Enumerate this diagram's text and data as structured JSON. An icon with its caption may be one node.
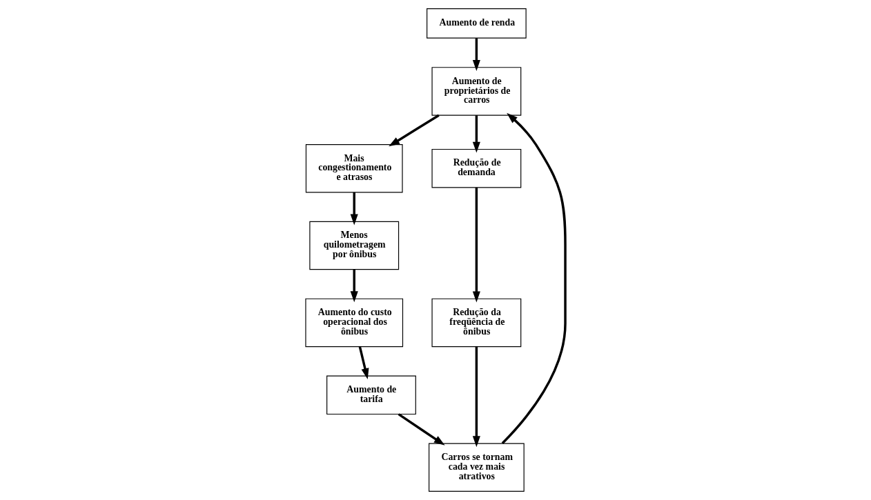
{
  "diagram": {
    "nodes": [
      {
        "text": [
          "Aumento de renda"
        ]
      },
      {
        "text": [
          "Aumento de proprietários de carros"
        ]
      },
      {
        "text": [
          "Mais congestionamento e atrasos"
        ]
      },
      {
        "text": [
          "Carros se tornam cada vez mais atrativos"
        ]
      },
      {
        "text": [
          "Redução de demanda"
        ]
      },
      {
        "text": [
          "Redução da freqüência de ônibus"
        ]
      },
      {
        "text": [
          "Aumento de tarifa"
        ]
      },
      {
        "text": [
          "Menos quilometragem por ônibus"
        ]
      },
      {
        "text": [
          "Aumento do custo operacional dos ônibus"
        ]
      }
    ],
    "edges": [
      {
        "from": 0,
        "to": 1,
        "arrow": "to"
      },
      {
        "from": 3,
        "to": 1,
        "arrow": "to"
      },
      {
        "from": 1,
        "to": 2,
        "arrow": "to"
      },
      {
        "from": 1,
        "to": 4,
        "arrow": "to"
      },
      {
        "from": 2,
        "to": 7,
        "arrow": "to"
      },
      {
        "from": 4,
        "to": 5,
        "arrow": "to"
      },
      {
        "from": 5,
        "to": 3,
        "arrow": "to"
      },
      {
        "from": 6,
        "to": 3,
        "arrow": "to"
      },
      {
        "from": 7,
        "to": 8,
        "arrow": "to"
      },
      {
        "from": 8,
        "to": 6,
        "arrow": "to"
      }
    ]
  }
}
